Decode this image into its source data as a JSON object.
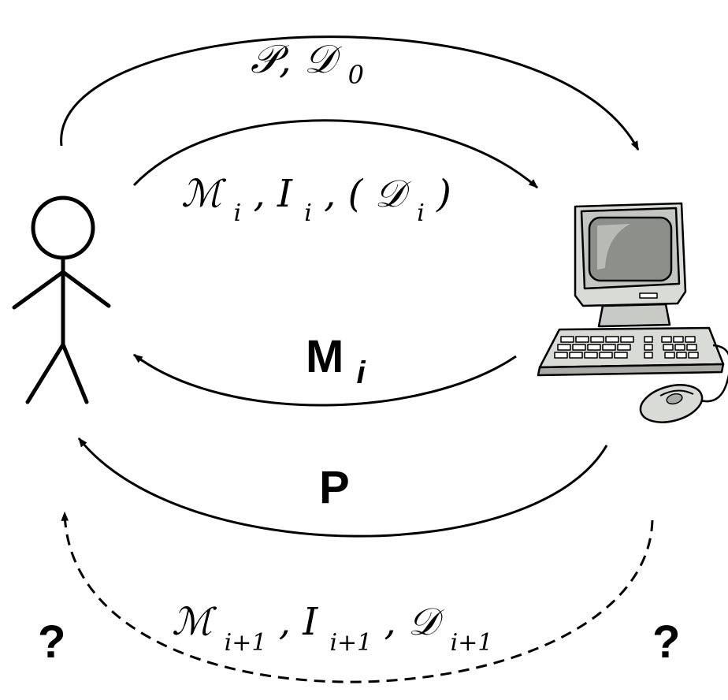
{
  "labels": {
    "top_main": "𝒫, 𝒟",
    "top_sub": "0",
    "mid_m": "ℳ",
    "mid_m_sub": "i",
    "mid_sep1": ", ",
    "mid_i": "I",
    "mid_i_sub": "i",
    "mid_sep2": ", (",
    "mid_d": "𝒟",
    "mid_d_sub": "i",
    "mid_close": ")",
    "model_main": "M",
    "model_sub": "i",
    "proof": "P",
    "bottom_m": "ℳ",
    "bottom_m_sub": "i+1",
    "bottom_sep1": ", ",
    "bottom_i": "I",
    "bottom_i_sub": "i+1",
    "bottom_sep2": ", ",
    "bottom_d": "𝒟",
    "bottom_d_sub": "i+1",
    "question_left": "?",
    "question_right": "?"
  },
  "icons": {
    "user": "stick-figure-icon",
    "computer": "computer-icon"
  },
  "colors": {
    "ink": "#000000",
    "screen": "#8c8f8a",
    "case": "#d9dbd6",
    "case_shadow": "#a9aca6"
  }
}
